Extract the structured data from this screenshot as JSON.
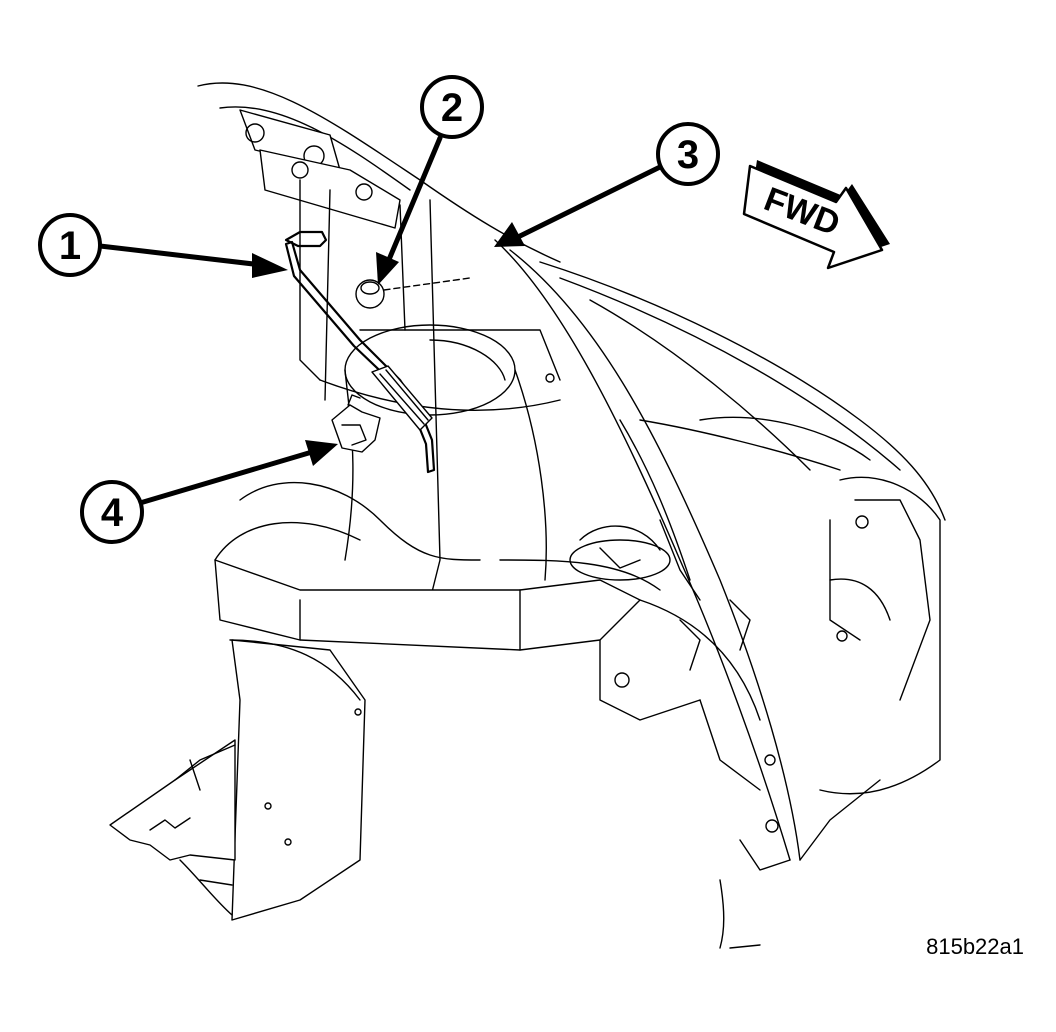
{
  "callouts": [
    {
      "id": "1",
      "label": "1"
    },
    {
      "id": "2",
      "label": "2"
    },
    {
      "id": "3",
      "label": "3"
    },
    {
      "id": "4",
      "label": "4"
    }
  ],
  "direction_label": "FWD",
  "figure_code": "815b22a1"
}
